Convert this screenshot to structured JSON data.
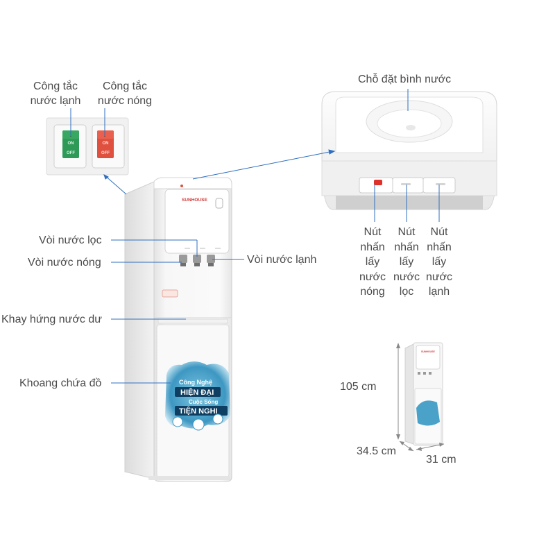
{
  "labels": {
    "cold_switch": [
      "Công tắc",
      "nước lạnh"
    ],
    "hot_switch": [
      "Công tắc",
      "nước nóng"
    ],
    "bottle_seat": "Chỗ đặt bình nước",
    "filtered_tap": "Vòi nước lọc",
    "hot_tap": "Vòi nước nóng",
    "cold_tap": "Vòi nước lạnh",
    "drip_tray": "Khay hứng nước dư",
    "storage": "Khoang chứa đồ",
    "btn_hot": [
      "Nút",
      "nhấn",
      "lấy",
      "nước",
      "nóng"
    ],
    "btn_filtered": [
      "Nút",
      "nhấn",
      "lấy",
      "nước",
      "lọc"
    ],
    "btn_cold": [
      "Nút",
      "nhấn",
      "lấy",
      "nước",
      "lạnh"
    ]
  },
  "switch_panel": {
    "cold": {
      "on": "ON",
      "off": "OFF",
      "color": "#2e9a57"
    },
    "hot": {
      "on": "ON",
      "off": "OFF",
      "color": "#e0503f"
    }
  },
  "brand": "SUNHOUSE",
  "sticker": {
    "line1": "Công Nghệ",
    "line2": "HIỆN ĐẠI",
    "line3": "Cuộc Sống",
    "line4": "TIỆN NGHI"
  },
  "dimensions": {
    "height": "105 cm",
    "depth": "34.5 cm",
    "width": "31 cm"
  },
  "colors": {
    "leader": "#2f6fbf",
    "text": "#4a4a4a",
    "body": "#f4f4f4",
    "sticker": "#1b6f8f"
  }
}
